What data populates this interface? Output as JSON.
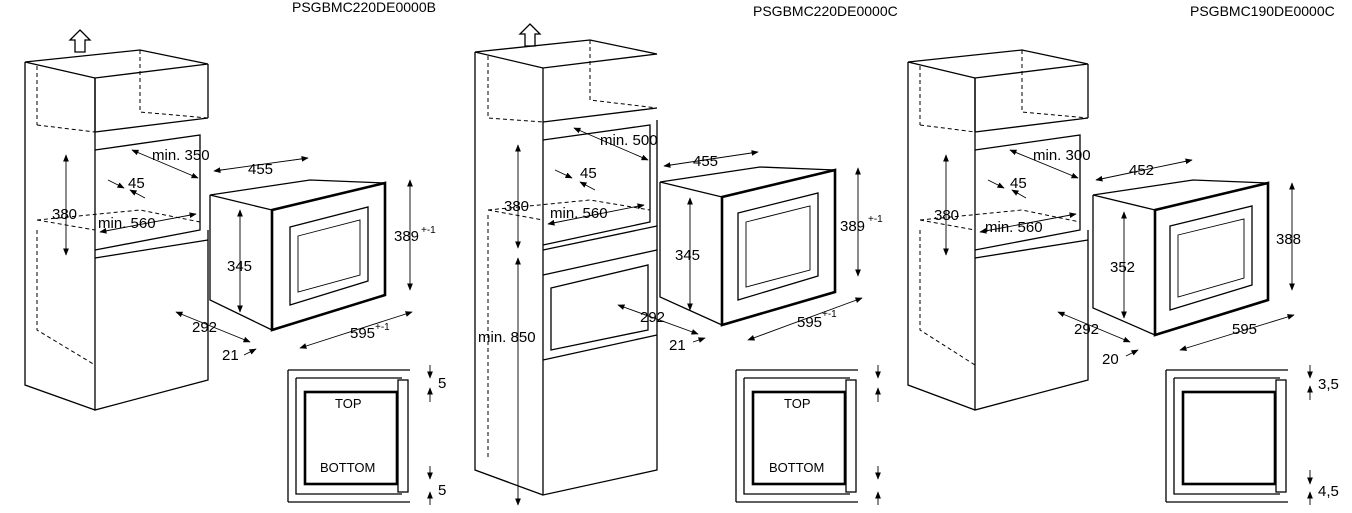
{
  "panels": [
    {
      "model": "PSGBMC220DE0000B",
      "dims": {
        "niche_depth": "min. 350",
        "niche_45": "45",
        "niche_width": "min. 560",
        "niche_height": "380",
        "width": "455",
        "height_front": "345",
        "height_total": "389",
        "height_total_tol": "+-1",
        "depth": "292",
        "front_depth": "21",
        "frame_width": "595",
        "frame_width_tol": "+-1"
      },
      "detail": {
        "top_gap": "5",
        "bottom_gap": "5",
        "top_label": "TOP",
        "bottom_label": "BOTTOM"
      }
    },
    {
      "model": "PSGBMC220DE0000C",
      "dims": {
        "niche_depth": "min. 500",
        "niche_45": "45",
        "niche_width": "min. 560",
        "niche_height": "380",
        "width": "455",
        "height_front": "345",
        "height_total": "389",
        "height_total_tol": "+-1",
        "depth": "292",
        "front_depth": "21",
        "frame_width": "595",
        "frame_width_tol": "+-1",
        "tall_min": "min. 850"
      },
      "detail": {
        "top_label": "TOP",
        "bottom_label": "BOTTOM"
      }
    },
    {
      "model": "PSGBMC190DE0000C",
      "dims": {
        "niche_depth": "min. 300",
        "niche_45": "45",
        "niche_width": "min. 560",
        "niche_height": "380",
        "width": "452",
        "height_front": "352",
        "height_total": "388",
        "depth": "292",
        "front_depth": "20",
        "frame_width": "595"
      },
      "detail": {
        "top_gap": "3,5",
        "bottom_gap": "4,5"
      }
    }
  ]
}
